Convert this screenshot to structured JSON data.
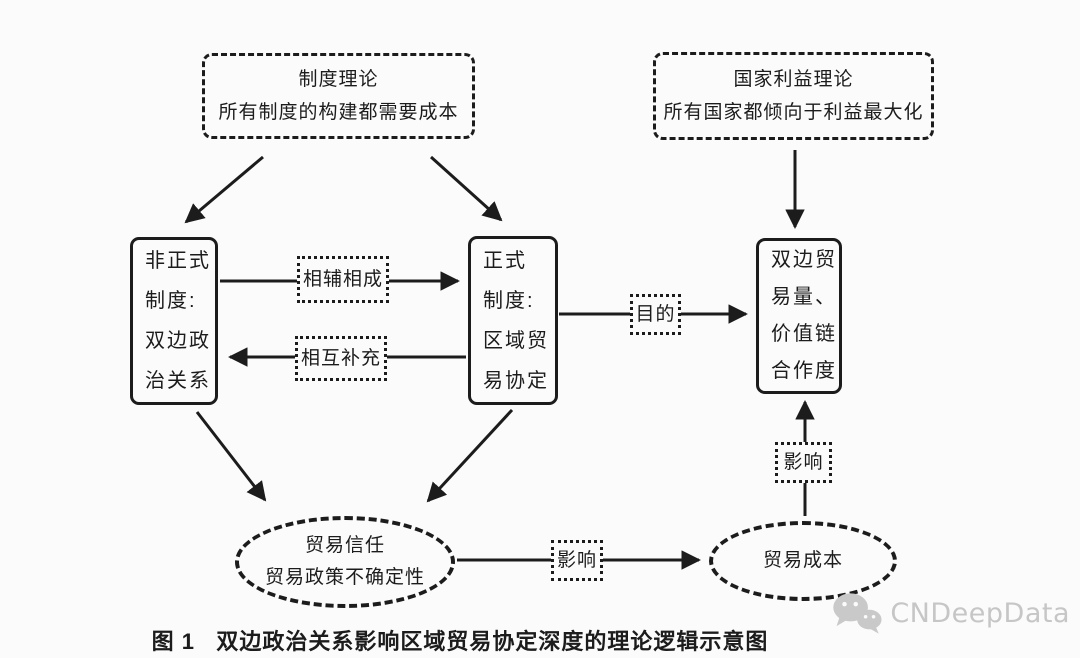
{
  "diagram": {
    "ink_color": "#1c1c1c",
    "top_left_box": {
      "text": "制度理论\n所有制度的构建都需要成本"
    },
    "top_right_box": {
      "text": "国家利益理论\n所有国家都倾向于利益最大化"
    },
    "left_box": {
      "text": "非正式\n制度:\n双边政\n治关系"
    },
    "middle_box": {
      "text": "正式\n制度:\n区域贸\n易协定"
    },
    "right_box": {
      "text": "双边贸\n易量、\n价值链\n合作度"
    },
    "labels": {
      "complement": "相辅相成",
      "supplement": "相互补充",
      "purpose": "目的",
      "influence_h": "影响",
      "influence_v": "影响"
    },
    "left_ellipse": {
      "text": "贸易信任\n贸易政策不确定性"
    },
    "right_ellipse": {
      "text": "贸易成本"
    },
    "caption": "图 1   双边政治关系影响区域贸易协定深度的理论逻辑示意图",
    "watermark": {
      "text": "CNDeepData",
      "icon": "wechat-icon",
      "color": "#c6c6c6"
    }
  }
}
